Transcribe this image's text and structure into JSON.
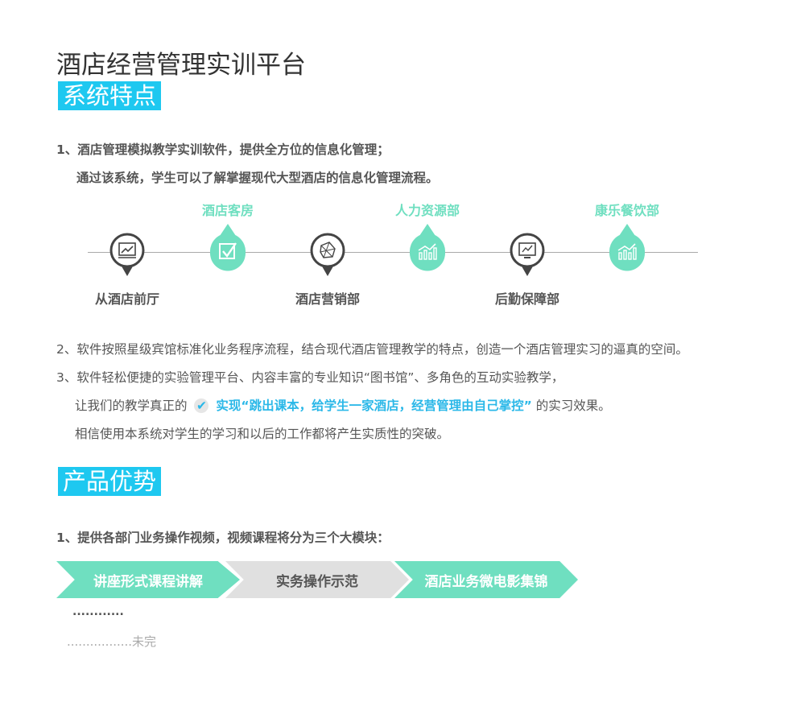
{
  "title": "酒店经营管理实训平台",
  "section1": {
    "heading": "系统特点",
    "line1a": "1、酒店管理模拟教学实训软件，提供全方位的信息化管理；",
    "line1b": "通过该系统，学生可以了解掌握现代大型酒店的信息化管理流程。",
    "timeline": [
      {
        "label": "从酒店前厅",
        "icon": "chart-screen-icon",
        "style": "dark"
      },
      {
        "label": "酒店客房",
        "icon": "checkbox-icon",
        "style": "green"
      },
      {
        "label": "酒店营销部",
        "icon": "network-icon",
        "style": "dark"
      },
      {
        "label": "人力资源部",
        "icon": "growth-chart-icon",
        "style": "green"
      },
      {
        "label": "后勤保障部",
        "icon": "monitor-chart-icon",
        "style": "dark"
      },
      {
        "label": "康乐餐饮部",
        "icon": "growth-chart-icon",
        "style": "green"
      }
    ],
    "line2": "2、软件按照星级宾馆标准化业务程序流程，结合现代酒店管理教学的特点，创造一个酒店管理实习的逼真的空间。",
    "line3a": "3、软件轻松便捷的实验管理平台、内容丰富的专业知识“图书馆”、多角色的互动实验教学，",
    "line3b_pre": "让我们的教学真正的",
    "line3b_hl": "实现“跳出课本，给学生一家酒店，经营管理由自己掌控”",
    "line3b_post": "的实习效果。",
    "line3c": "相信使用本系统对学生的学习和以后的工作都将产生实质性的突破。"
  },
  "section2": {
    "heading": "产品优势",
    "line1": "1、提供各部门业务操作视频，视频课程将分为三个大模块：",
    "modules": [
      "讲座形式课程讲解",
      "实务操作示范",
      "酒店业务微电影集锦"
    ],
    "dots1": "............",
    "dots2": ".................未完"
  },
  "colors": {
    "accent": "#1ec8f0",
    "green": "#6fdfc0",
    "blue": "#2bb8e8"
  }
}
